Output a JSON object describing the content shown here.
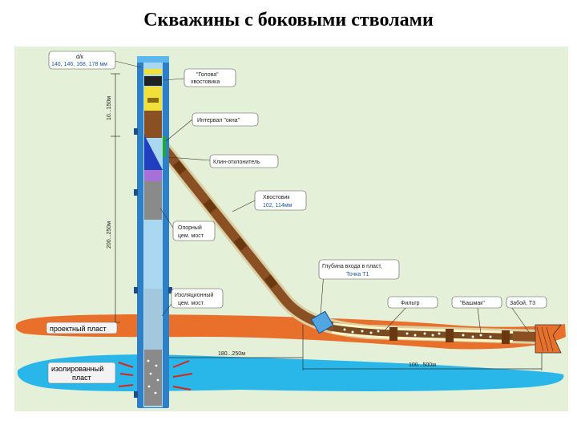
{
  "title": "Скважины с боковыми стволами",
  "labels": {
    "diameter_line1": "d/к",
    "diameter_line2": "140, 146, 168, 178 мм",
    "head_line1": "\"Голова\"",
    "head_line2": "хвостовика",
    "window": "Интервал \"окна\"",
    "whipstock": "Клин-отклонитель",
    "liner_line1": "Хвостовик",
    "liner_line2": "102, 114мм",
    "bridge_line1": "Опорный",
    "bridge_line2": "цем. мост",
    "isolation_line1": "Изоляционный",
    "isolation_line2": "цем. мост",
    "entry_line1": "Глубина входа в пласт,",
    "entry_line2": "Точка Т1",
    "filter": "Фильтр",
    "packer": "\"Башмак\"",
    "bottom": "Забой, Т3",
    "target_layer": "проектный пласт",
    "isolated_line1": "изолированный",
    "isolated_line2": "пласт",
    "dim_top": "10...150м",
    "dim_mid": "200...250м",
    "dim_offset": "180...250м",
    "dim_horizontal": "100...500м"
  },
  "colors": {
    "background_panel": "#e5f0d8",
    "target_layer": "#e8702a",
    "isolated_layer": "#29b6e8",
    "casing": "#2d7fc8",
    "liner": "#8a4f22",
    "liner_joint": "#6a3810",
    "cement": "#8a8a8a",
    "whipstock": "#1f3fbf"
  }
}
